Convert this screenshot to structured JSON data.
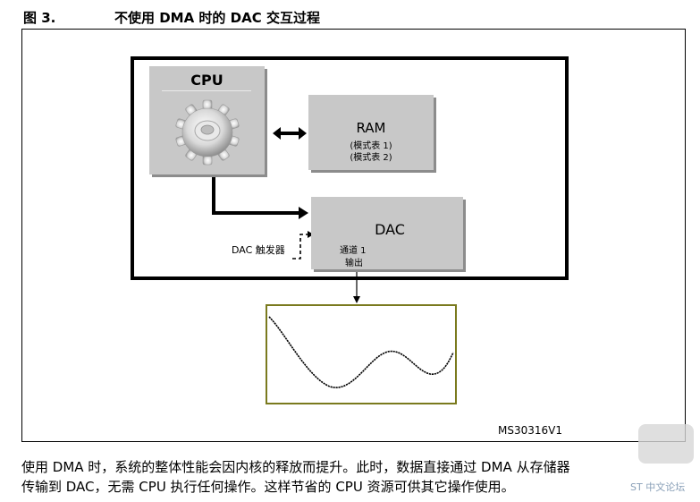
{
  "figure": {
    "number": "图 3.",
    "title": "不使用 DMA 时的 DAC 交互过程",
    "model_id": "MS30316V1"
  },
  "diagram": {
    "cpu": {
      "label": "CPU",
      "icon": "gear-icon"
    },
    "ram": {
      "label": "RAM",
      "pattern1": "(模式表 1)",
      "pattern2": "(模式表 2)"
    },
    "dac": {
      "label": "DAC",
      "channel": "通道 1",
      "output": "输出"
    },
    "trigger_label": "DAC 触发器",
    "wave_color": "#7a7a1e"
  },
  "paragraph": {
    "line1": "使用 DMA 时，系统的整体性能会因内核的释放而提升。此时，数据直接通过 DMA 从存储器",
    "line2": "传输到 DAC，无需 CPU 执行任何操作。这样节省的 CPU 资源可供其它操作使用。"
  },
  "watermark": {
    "text": "ST 中文论坛"
  }
}
